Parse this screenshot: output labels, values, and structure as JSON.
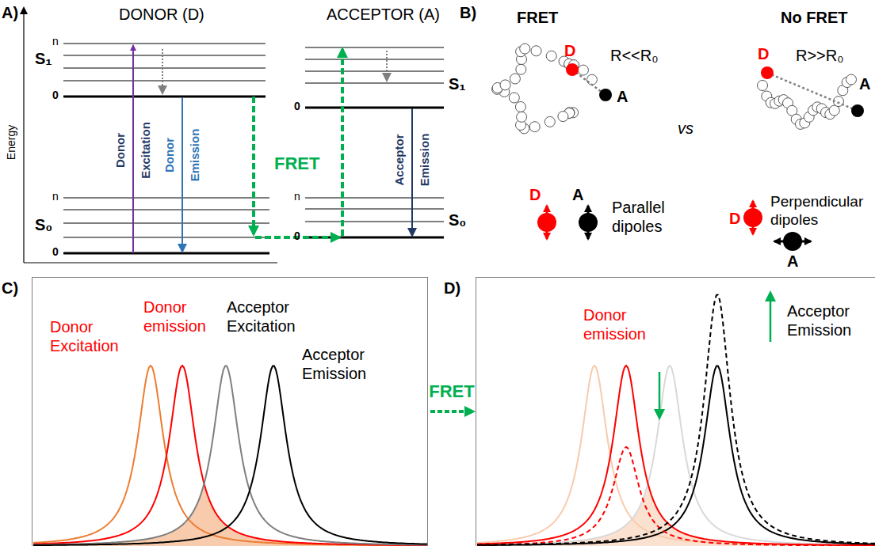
{
  "diagram": {
    "nodes": [
      {
        "text": [
          "Donor Excitation",
          "Donor emission",
          "Acceptor Excitation",
          "Acceptor Emission"
        ]
      },
      {
        "text": [
          "Donor emission",
          "Acceptor Emission"
        ]
      }
    ],
    "edges": [
      {
        "from": 0,
        "to": 1,
        "arrow": "to",
        "label": "FRET"
      }
    ],
    "labels": [
      "A)",
      "DONOR (D)",
      "ACCEPTOR (A)",
      "Energy",
      "S₁",
      "n",
      "0",
      "S₀",
      "n",
      "0",
      "Donor Excitation",
      "Donor Emission",
      "FRET",
      "Acceptor Emission",
      "S₁",
      "0",
      "n",
      "S₀",
      "0",
      "B)",
      "FRET",
      "D",
      "R<<R₀",
      "A",
      "vs",
      "No FRET",
      "D",
      "R>>R₀",
      "A",
      "D",
      "A",
      "Parallel dipoles",
      "D",
      "Perpendicular dipoles",
      "A",
      "C)",
      "D)"
    ]
  }
}
